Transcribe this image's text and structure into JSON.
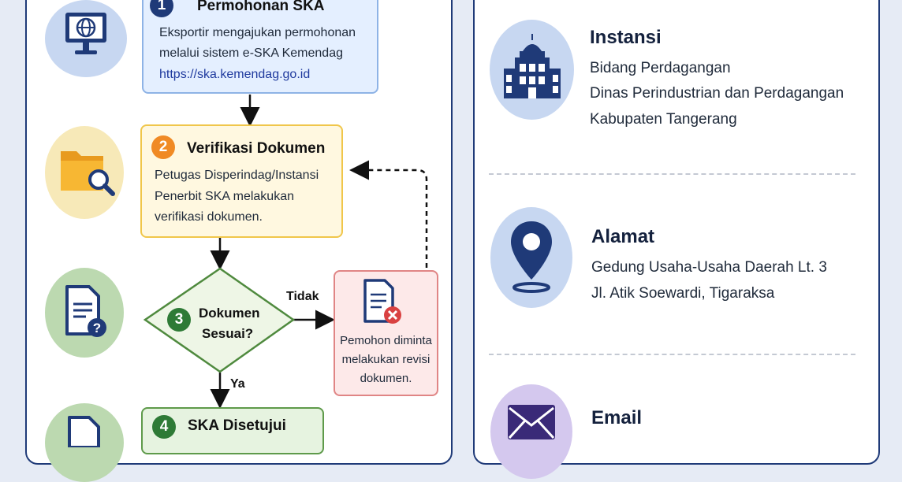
{
  "colors": {
    "primary": "#1f3a78",
    "step1_fill": "#e4efff",
    "step1_border": "#8eb3e6",
    "step2_fill": "#fff8e0",
    "step2_border": "#f0c64a",
    "step3_fill": "#eef6e6",
    "step3_border": "#4f8a3e",
    "reject_fill": "#fde9e9",
    "reject_border": "#e08585",
    "step4_fill": "#e6f3e0",
    "step4_border": "#5e9a4a",
    "badge_blue": "#1f3a78",
    "badge_orange": "#f08a24",
    "badge_green": "#2e7a36"
  },
  "icons": {
    "step1": "computer-globe-icon",
    "step2": "folder-search-icon",
    "step3": "document-question-icon",
    "step4": "document-icon",
    "reject": "document-reject-icon",
    "instansi": "government-building-icon",
    "alamat": "location-pin-icon",
    "email": "envelope-icon"
  },
  "flow": {
    "step1": {
      "number": "1",
      "title": "Permohonan SKA",
      "lines": [
        "Eksportir mengajukan permohonan",
        "melalui sistem e-SKA Kemendag",
        "https://ska.kemendag.go.id"
      ]
    },
    "step2": {
      "number": "2",
      "title": "Verifikasi Dokumen",
      "lines": [
        "Petugas Disperindag/Instansi",
        "Penerbit SKA melakukan",
        "verifikasi dokumen."
      ]
    },
    "step3": {
      "number": "3",
      "title_lines": [
        "Dokumen",
        "Sesuai?"
      ],
      "no_label": "Tidak",
      "yes_label": "Ya"
    },
    "reject": {
      "lines": [
        "Pemohon diminta",
        "melakukan revisi",
        "dokumen."
      ]
    },
    "step4": {
      "number": "4",
      "title": "SKA Disetujui"
    }
  },
  "info": {
    "instansi": {
      "title": "Instansi",
      "lines": [
        "Bidang Perdagangan",
        "Dinas Perindustrian dan Perdagangan",
        "Kabupaten Tangerang"
      ]
    },
    "alamat": {
      "title": "Alamat",
      "lines": [
        "Gedung Usaha-Usaha Daerah Lt. 3",
        "Jl. Atik Soewardi, Tigaraksa"
      ]
    },
    "email": {
      "title": "Email"
    }
  }
}
